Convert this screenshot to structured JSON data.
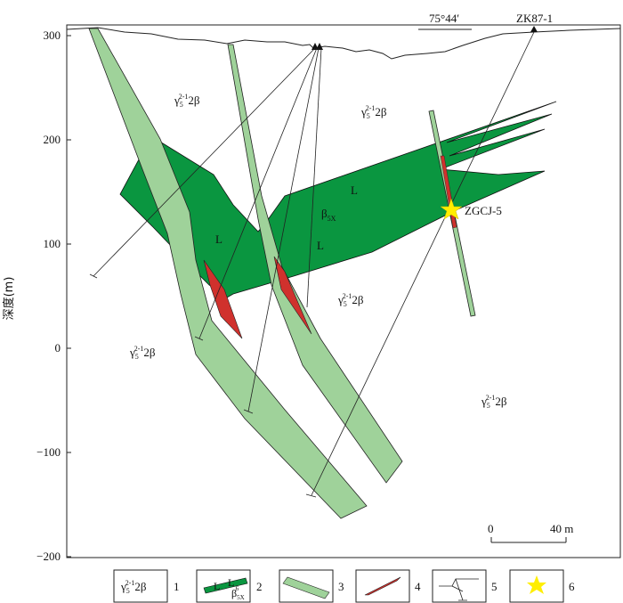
{
  "diagram": {
    "y_axis": {
      "label": "深度(m)",
      "unit": "m",
      "ticks": [
        "300",
        "200",
        "100",
        "0",
        "−100",
        "−200"
      ]
    },
    "drill_hole": "ZK87-1",
    "azimuth": "75°44′",
    "sample": "ZGCJ-5",
    "scale_bar": {
      "start": "0",
      "end": "40 m"
    },
    "rock_labels": {
      "granite": "γ",
      "granite_sup": "2-1",
      "granite_sub": "5",
      "granite_suffix": "2β",
      "diabase": "β",
      "diabase_sup": "6",
      "diabase_sub": "5X",
      "diabase_sub_map": "5X",
      "diabase_litho": "L"
    },
    "legend": [
      {
        "number": "1"
      },
      {
        "number": "2"
      },
      {
        "number": "3"
      },
      {
        "number": "4"
      },
      {
        "number": "5"
      },
      {
        "number": "6"
      }
    ],
    "colors": {
      "diabase": "#0a9640",
      "dyke": "#9fd29a",
      "ore": "#d0312d",
      "star": "#ffee00",
      "line": "#111111"
    }
  }
}
